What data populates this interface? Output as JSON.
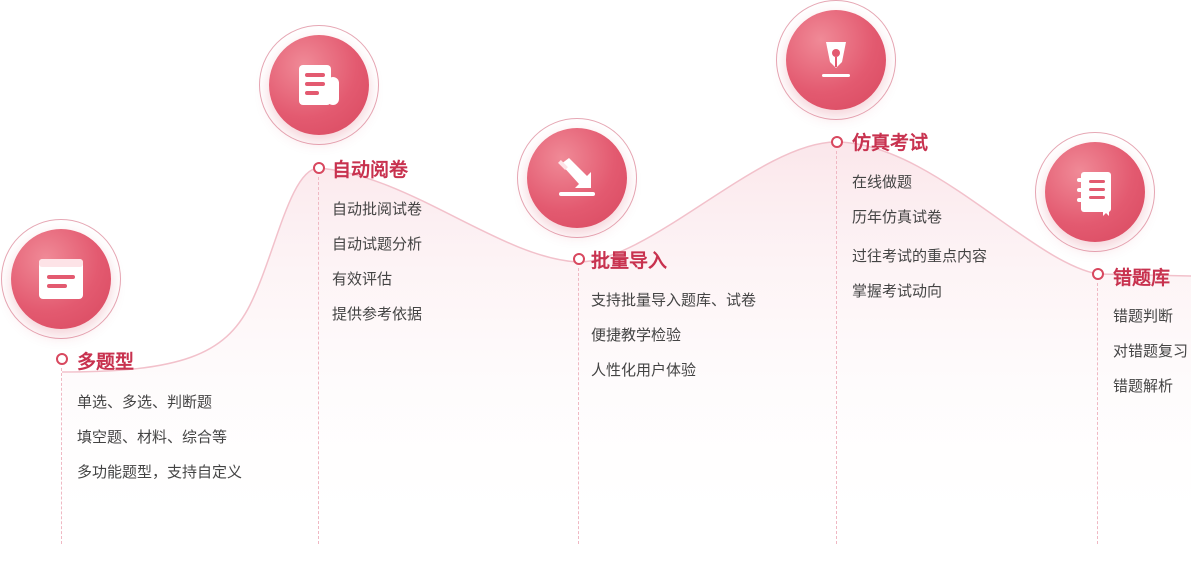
{
  "features": [
    {
      "title": "多题型",
      "icon": "card-list-icon",
      "items": [
        "单选、多选、判断题",
        "填空题、材料、综合等",
        "多功能题型，支持自定义"
      ]
    },
    {
      "title": "自动阅卷",
      "icon": "document-scroll-icon",
      "items": [
        "自动批阅试卷",
        "自动试题分析",
        "有效评估",
        "提供参考依据"
      ]
    },
    {
      "title": "批量导入",
      "icon": "import-arrow-icon",
      "items": [
        "支持批量导入题库、试卷",
        "便捷教学检验",
        "人性化用户体验"
      ]
    },
    {
      "title": "仿真考试",
      "icon": "pen-nib-icon",
      "items": [
        "在线做题",
        "历年仿真试卷",
        "过往考试的重点内容",
        "掌握考试动向"
      ]
    },
    {
      "title": "错题库",
      "icon": "notebook-icon",
      "items": [
        "错题判断",
        "对错题复习",
        "错题解析"
      ]
    }
  ],
  "colors": {
    "accent": "#d8485f",
    "title": "#c8324f",
    "text": "#444444",
    "curve": "#f2c1cb"
  }
}
